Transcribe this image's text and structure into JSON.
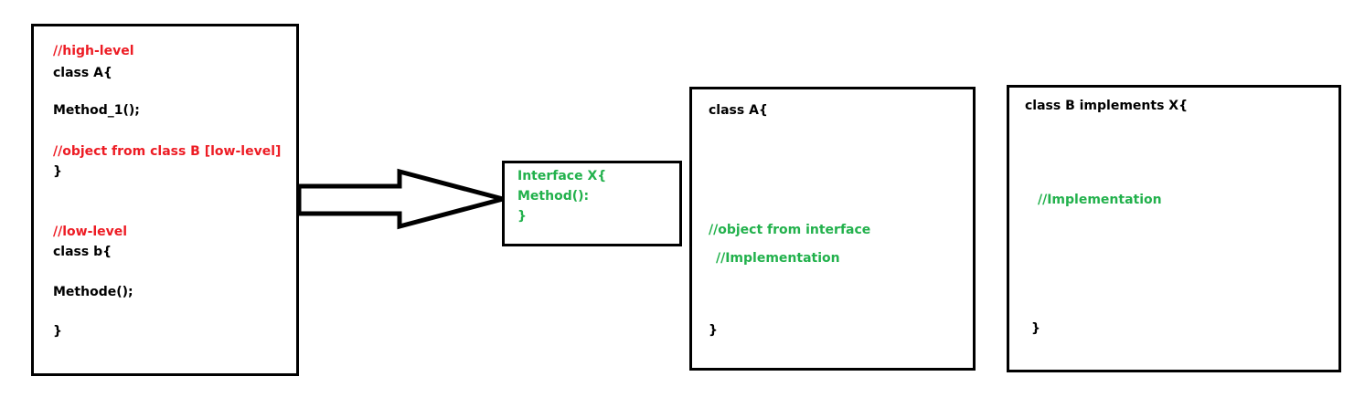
{
  "colors": {
    "comment_red": "#ed1c24",
    "comment_green": "#22b14c",
    "code_black": "#000000"
  },
  "box1": {
    "high_comment": "//high-level",
    "class_a_open": "class A{",
    "method_1": "Method_1();",
    "object_comment": "//object from class B [low-level]",
    "close_brace_1": "}",
    "low_comment": "//low-level",
    "class_b_open": "class b{",
    "methode": "Methode();",
    "close_brace_2": "}"
  },
  "interface_box": {
    "line1": "Interface X{",
    "line2": "Method():",
    "line3": "}"
  },
  "box3": {
    "class_a_open": "class A{",
    "object_comment": "//object from interface",
    "impl_comment": "//Implementation",
    "close_brace": "}"
  },
  "box4": {
    "class_b_open": "class B implements X{",
    "impl_comment": "//Implementation",
    "close_brace": "}"
  }
}
